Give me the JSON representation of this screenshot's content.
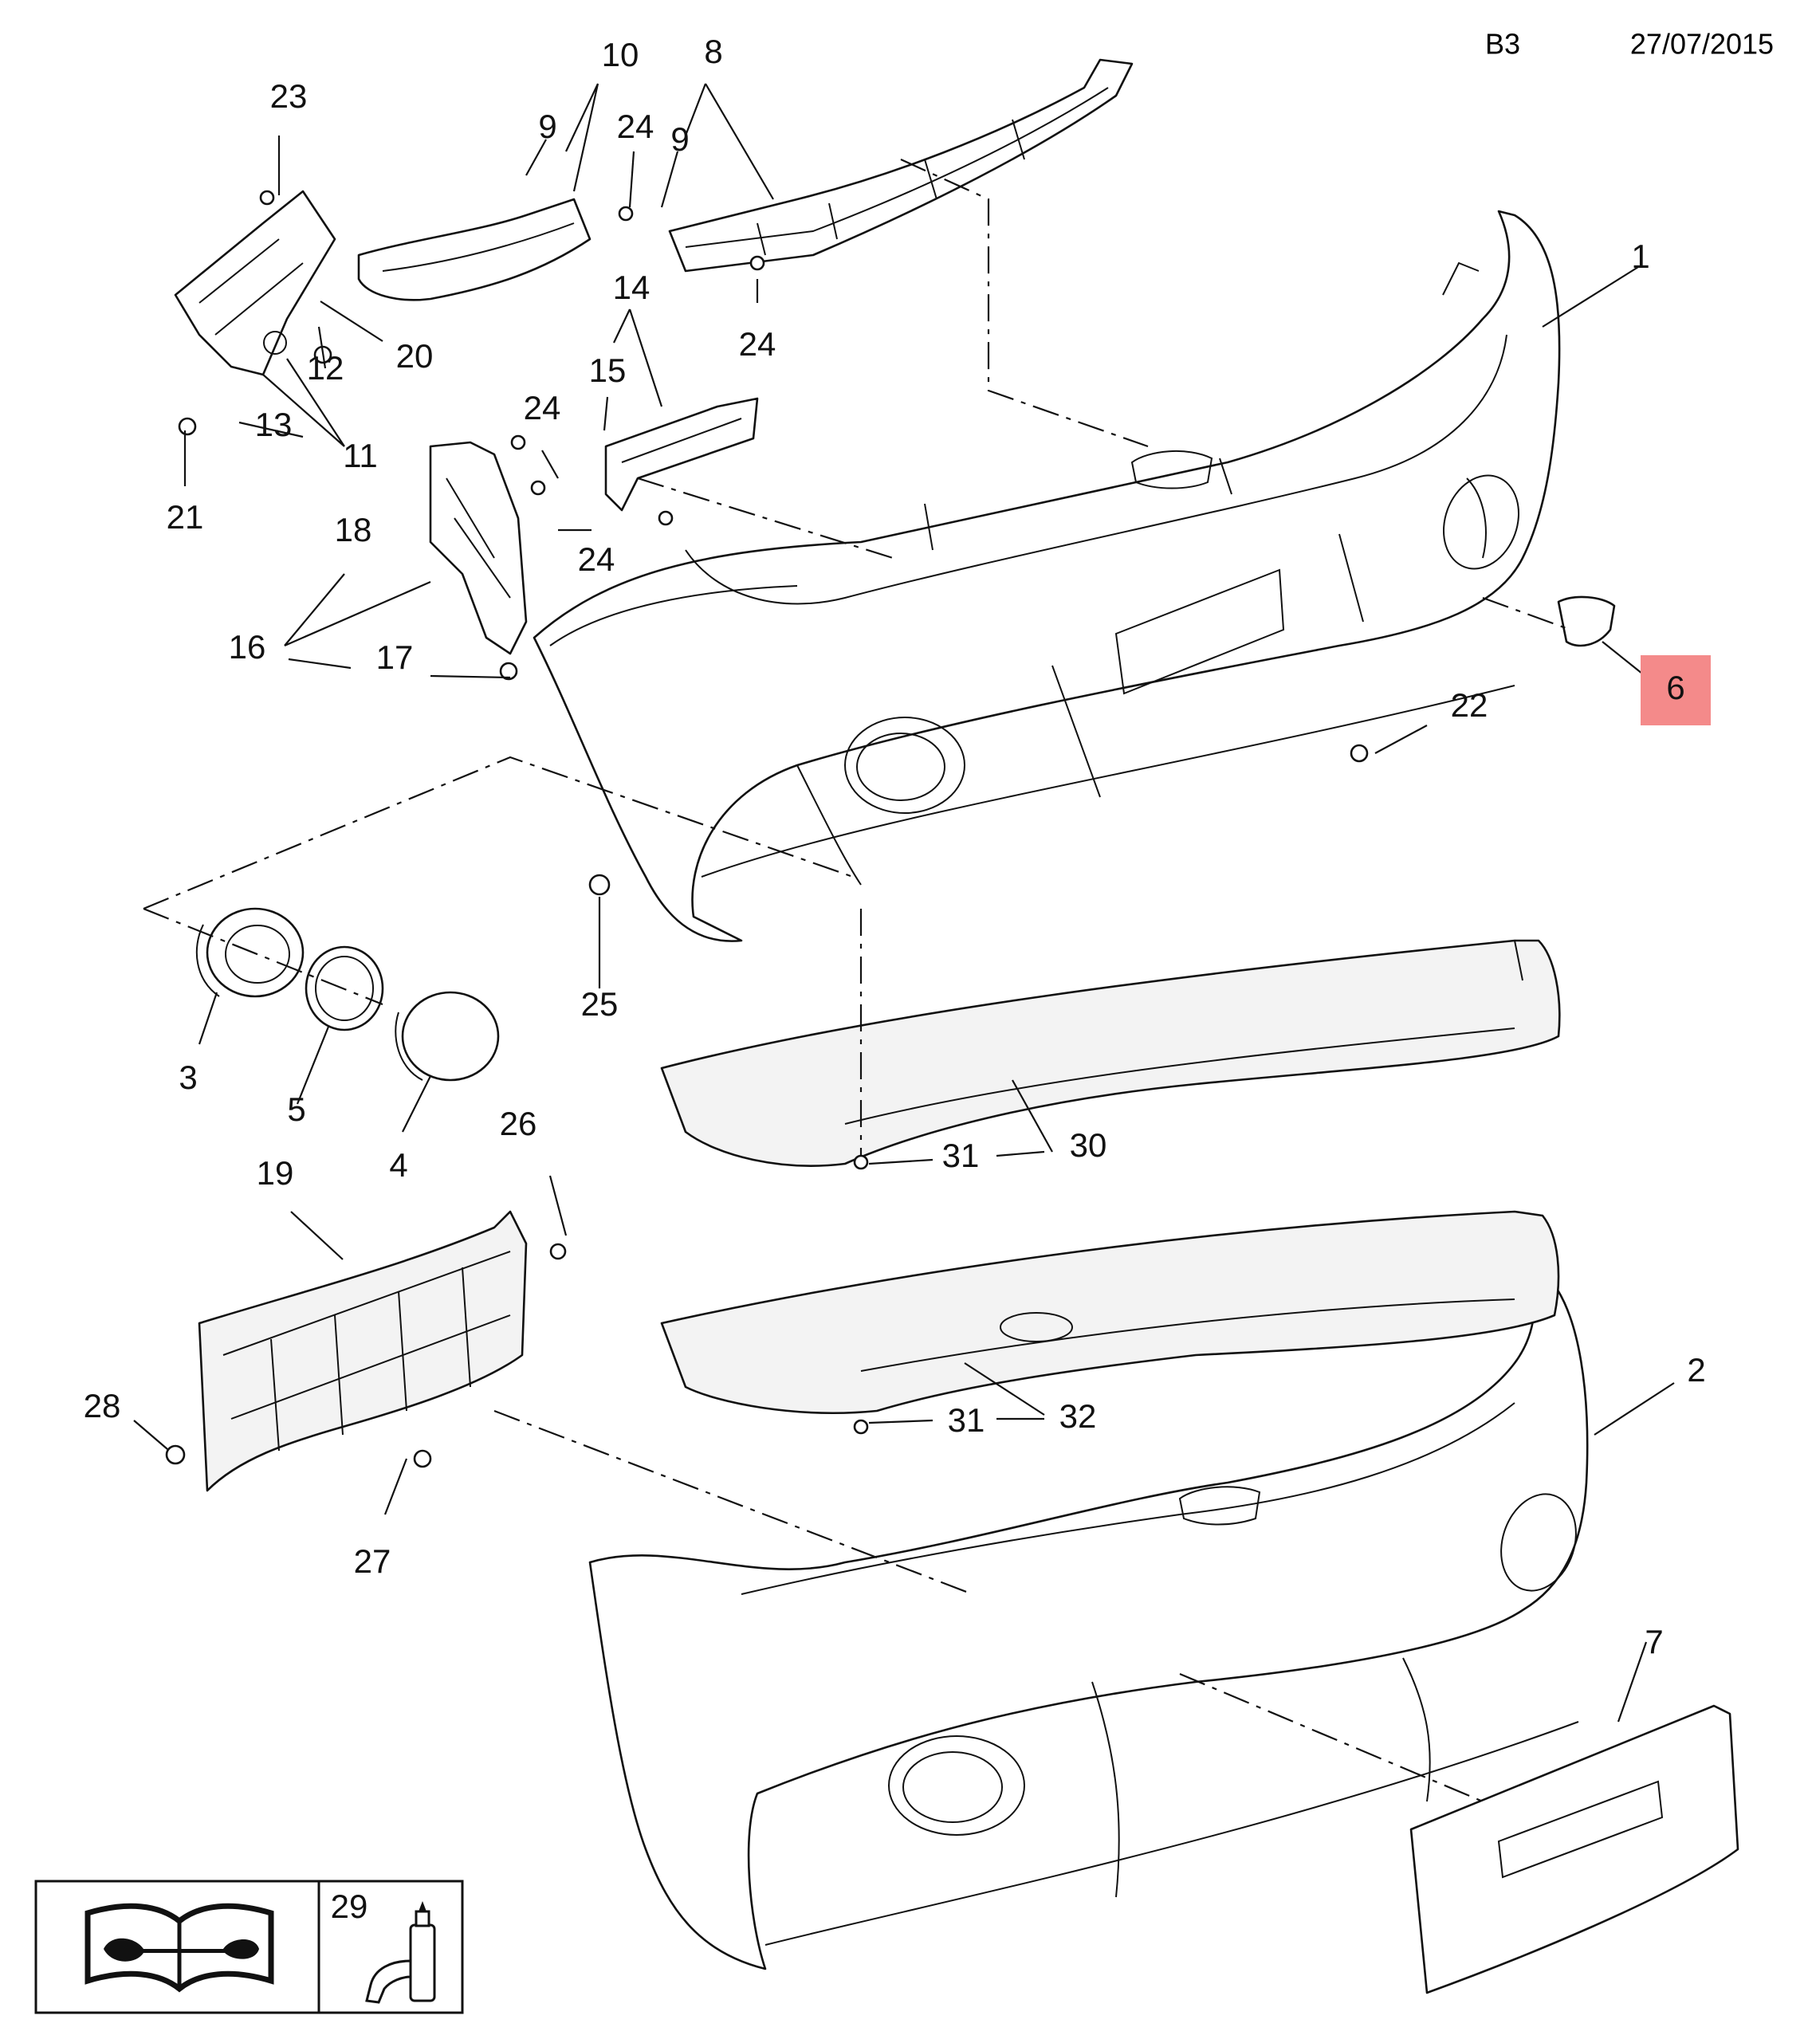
{
  "header": {
    "section_code": "B3",
    "date": "27/07/2015"
  },
  "highlight_color": "#f48a8a",
  "callouts": [
    {
      "label": "1"
    },
    {
      "label": "2"
    },
    {
      "label": "3"
    },
    {
      "label": "4"
    },
    {
      "label": "5"
    },
    {
      "label": "6"
    },
    {
      "label": "7"
    },
    {
      "label": "8"
    },
    {
      "label": "9"
    },
    {
      "label": "9"
    },
    {
      "label": "10"
    },
    {
      "label": "11"
    },
    {
      "label": "12"
    },
    {
      "label": "13"
    },
    {
      "label": "14"
    },
    {
      "label": "15"
    },
    {
      "label": "16"
    },
    {
      "label": "17"
    },
    {
      "label": "18"
    },
    {
      "label": "19"
    },
    {
      "label": "20"
    },
    {
      "label": "21"
    },
    {
      "label": "22"
    },
    {
      "label": "23"
    },
    {
      "label": "24"
    },
    {
      "label": "24"
    },
    {
      "label": "24"
    },
    {
      "label": "24"
    },
    {
      "label": "25"
    },
    {
      "label": "26"
    },
    {
      "label": "27"
    },
    {
      "label": "28"
    },
    {
      "label": "29"
    },
    {
      "label": "30"
    },
    {
      "label": "31"
    },
    {
      "label": "31"
    },
    {
      "label": "32"
    }
  ],
  "highlighted_part": "6",
  "legend": {
    "book_icon": "manual-book-wrench-icon",
    "adhesive_icon": "adhesive-bottle-icon"
  }
}
